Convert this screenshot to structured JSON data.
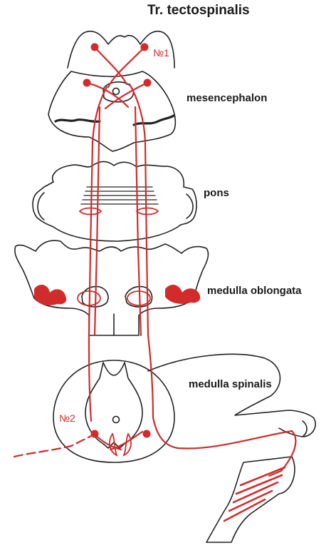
{
  "title": "Tr. tectospinalis",
  "labels": {
    "mesencephalon": "mesencephalon",
    "pons": "pons",
    "medulla_oblongata": "medulla oblongata",
    "medulla_spinalis": "medulla spinalis"
  },
  "markers": {
    "no1": "№1",
    "no2": "№2"
  },
  "colors": {
    "tract": "#d12b2b",
    "outline": "#222222",
    "background": "#ffffff"
  }
}
